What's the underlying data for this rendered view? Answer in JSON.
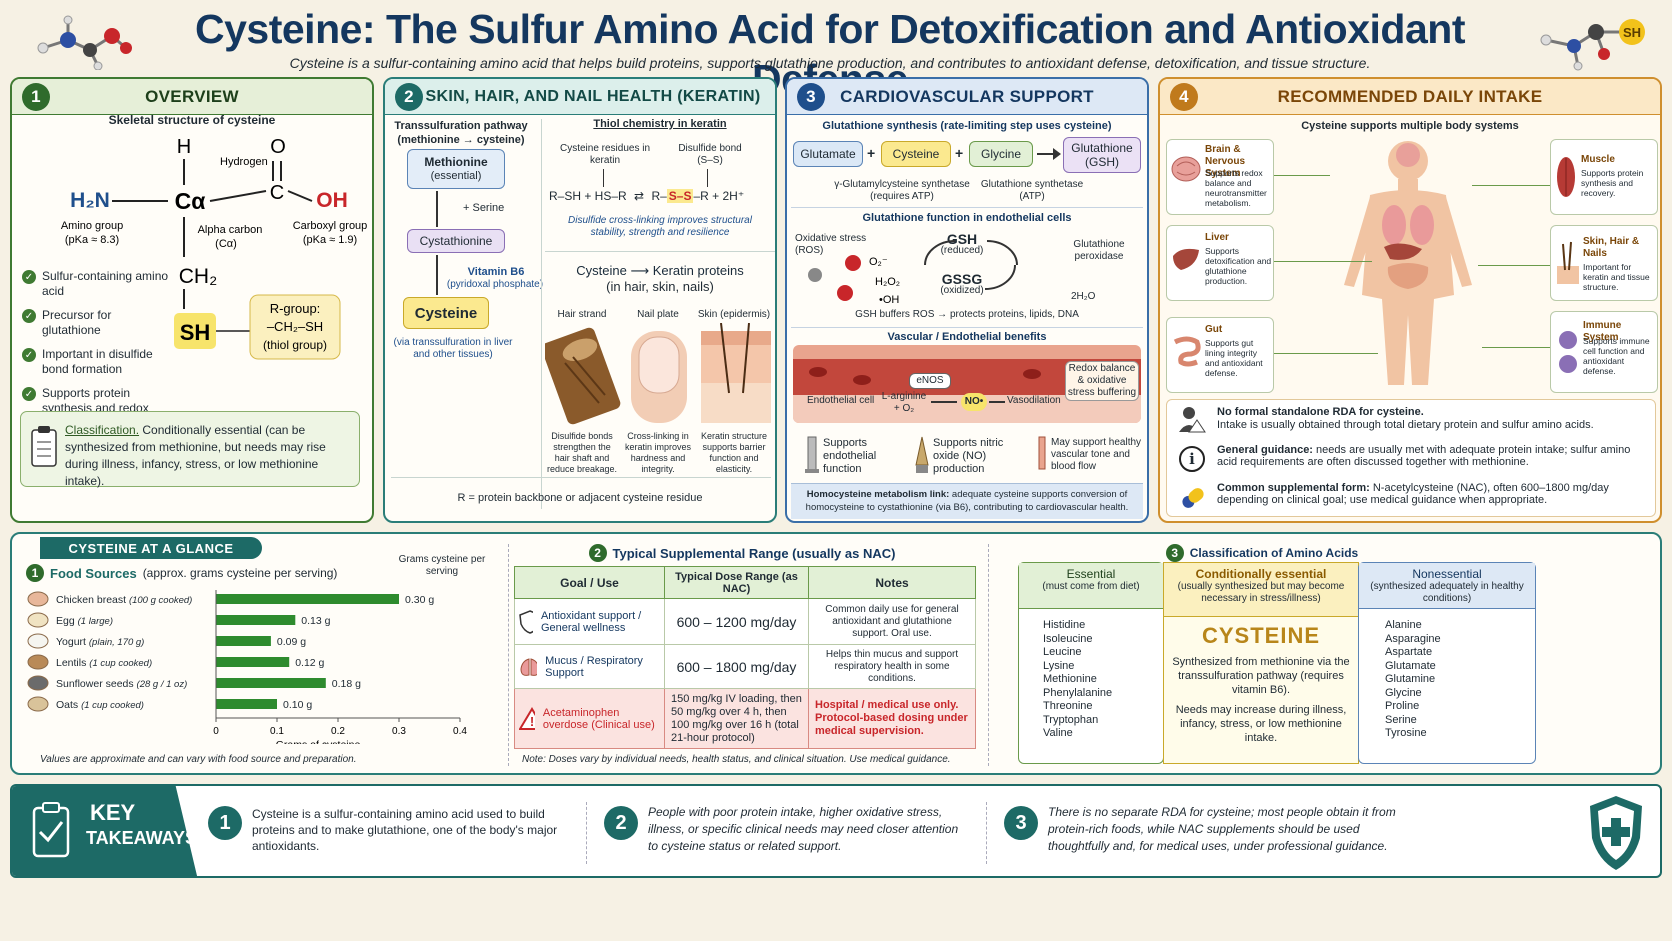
{
  "header": {
    "title": "Cysteine: The Sulfur Amino Acid for Detoxification and Antioxidant Defense",
    "subtitle": "Cysteine is a sulfur-containing amino acid that helps build proteins, supports glutathione production, and contributes to antioxidant defense, detoxification, and tissue structure.",
    "sh_badge": "SH"
  },
  "colors": {
    "green": "#2f6b2c",
    "teal": "#1d6a66",
    "blue": "#1f4f8c",
    "orange": "#c07a1c",
    "navy": "#14375f"
  },
  "overview": {
    "num": "1",
    "title": "OVERVIEW",
    "struct_title": "Skeletal structure of cysteine",
    "h": "H",
    "hydrogen": "Hydrogen",
    "o": "O",
    "h2n": "H₂N",
    "ca": "Cα",
    "c": "C",
    "oh": "OH",
    "amino": "Amino group",
    "amino_pka": "(pKa ≈ 8.3)",
    "alpha": "Alpha carbon",
    "alpha_sub": "(Cα)",
    "carboxyl": "Carboxyl group",
    "carboxyl_pka": "(pKa ≈ 1.9)",
    "ch2": "CH₂",
    "sh": "SH",
    "rgroup1": "R-group:",
    "rgroup2": "–CH₂–SH",
    "rgroup3": "(thiol group)",
    "checks": [
      "Sulfur-containing amino acid",
      "Precursor for glutathione",
      "Important in disulfide bond formation",
      "Supports protein synthesis and redox balance"
    ],
    "class_label": "Classification.",
    "class_text": "Conditionally essential (can be synthesized from methionine, but needs may rise during illness, infancy, stress, or low methionine intake)."
  },
  "skin": {
    "num": "2",
    "title": "SKIN, HAIR, AND NAIL HEALTH (KERATIN)",
    "path_title": "Transsulfuration pathway (methionine → cysteine)",
    "methionine": "Methionine",
    "methionine_sub": "(essential)",
    "serine": "+ Serine",
    "cystathionine": "Cystathionine",
    "b6": "Vitamin B6",
    "b6_sub": "(pyridoxal phosphate)",
    "cysteine": "Cysteine",
    "via": "(via transsulfuration in liver and other tissues)",
    "thiol_title": "Thiol chemistry in keratin",
    "residues": "Cysteine residues in keratin",
    "disulfide": "Disulfide bond (S–S)",
    "eq_left": "R–SH  +  HS–R",
    "eq_r1": "R–",
    "eq_ss": "S–S",
    "eq_r2": "–R  +  2H⁺",
    "crosslink": "Disulfide cross-linking improves structural stability, strength and resilience",
    "kp_cys": "Cysteine",
    "kp_keratin": "Keratin proteins",
    "kp_sub": "(in hair, skin, nails)",
    "img_labels": [
      "Hair strand",
      "Nail plate",
      "Skin (epidermis)"
    ],
    "img_caps": [
      "Disulfide bonds strengthen the hair shaft and reduce breakage.",
      "Cross-linking in keratin improves hardness and integrity.",
      "Keratin structure supports barrier function and elasticity."
    ],
    "r_note": "R = protein backbone or adjacent cysteine residue"
  },
  "cardio": {
    "num": "3",
    "title": "CARDIOVASCULAR SUPPORT",
    "gsh_title": "Glutathione synthesis (rate-limiting step uses cysteine)",
    "glutamate": "Glutamate",
    "cysteine": "Cysteine",
    "glycine": "Glycine",
    "plus": "+",
    "gsh_box": "Glutathione (GSH)",
    "enz1": "γ-Glutamylcysteine synthetase (requires ATP)",
    "enz2": "Glutathione synthetase (ATP)",
    "func_title": "Glutathione function in endothelial cells",
    "ox": "Oxidative stress (ROS)",
    "o2": "O₂⁻",
    "h2o2": "H₂O₂",
    "oh": "•OH",
    "gsh_red": "GSH",
    "gsh_red_sub": "(reduced)",
    "gssg": "GSSG",
    "gssg_sub": "(oxidized)",
    "peroxidase": "Glutathione peroxidase",
    "h2o": "2H₂O",
    "buffers": "GSH buffers ROS → protects proteins, lipids, DNA",
    "vasc_title": "Vascular / Endothelial benefits",
    "enos": "eNOS",
    "redox": "Redox balance & oxidative stress buffering",
    "endo_cell": "Endothelial cell",
    "larg": "L-arginine + O₂",
    "no": "NO•",
    "vaso": "Vasodilation",
    "benefits": [
      "Supports endothelial function",
      "Supports nitric oxide (NO) production",
      "May support healthy vascular tone and blood flow"
    ],
    "homo_bold": "Homocysteine metabolism link:",
    "homo": "adequate cysteine supports conversion of homocysteine to cystathionine (via B6), contributing to cardiovascular health."
  },
  "intake": {
    "num": "4",
    "title": "RECOMMENDED DAILY INTAKE",
    "systems_title": "Cysteine supports multiple body systems",
    "systems": [
      {
        "name": "Brain & Nervous System",
        "text": "Supports redox balance and neurotransmitter metabolism."
      },
      {
        "name": "Liver",
        "text": "Supports detoxification and glutathione production."
      },
      {
        "name": "Gut",
        "text": "Supports gut lining integrity and antioxidant defense."
      },
      {
        "name": "Muscle",
        "text": "Supports protein synthesis and recovery."
      },
      {
        "name": "Skin, Hair & Nails",
        "text": "Important for keratin and tissue structure."
      },
      {
        "name": "Immune System",
        "text": "Supports immune cell function and antioxidant defense."
      }
    ],
    "notes": [
      {
        "bold": "No formal standalone RDA for cysteine.",
        "text": "Intake is usually obtained through total dietary protein and sulfur amino acids."
      },
      {
        "bold": "General guidance:",
        "text": "needs are usually met with adequate protein intake; sulfur amino acid requirements are often discussed together with methionine."
      },
      {
        "bold": "Common supplemental form:",
        "text": "N-acetylcysteine (NAC), often 600–1800 mg/day depending on clinical goal; use medical guidance when appropriate."
      }
    ]
  },
  "glance": {
    "title": "CYSTEINE AT A GLANCE",
    "num": "1",
    "food_title": "Food Sources",
    "food_sub": "(approx. grams cysteine per serving)",
    "unit_label": "Grams cysteine per serving",
    "footnote": "Values are approximate and can vary with food source and preparation."
  },
  "chart_data": {
    "type": "bar",
    "orientation": "horizontal",
    "categories": [
      "Chicken breast (100 g cooked)",
      "Egg (1 large)",
      "Yogurt (plain, 170 g)",
      "Lentils (1 cup cooked)",
      "Sunflower seeds (28 g / 1 oz)",
      "Oats (1 cup cooked)"
    ],
    "values": [
      0.3,
      0.13,
      0.09,
      0.12,
      0.18,
      0.1
    ],
    "value_labels": [
      "0.30 g",
      "0.13 g",
      "0.09 g",
      "0.12 g",
      "0.18 g",
      "0.10 g"
    ],
    "xlabel": "Grams of cysteine",
    "xlim": [
      0,
      0.4
    ],
    "xticks": [
      "0",
      "0.1",
      "0.2",
      "0.3",
      "0.4"
    ],
    "color": "#2e8b2e"
  },
  "supp": {
    "num": "2",
    "title": "Typical Supplemental Range (usually as NAC)",
    "headers": [
      "Goal / Use",
      "Typical Dose Range (as NAC)",
      "Notes"
    ],
    "rows": [
      {
        "goal": "Antioxidant support / General wellness",
        "dose": "600 – 1200 mg/day",
        "notes": "Common daily use for general antioxidant and glutathione support. Oral use."
      },
      {
        "goal": "Mucus / Respiratory Support",
        "dose": "600 – 1800 mg/day",
        "notes": "Helps thin mucus and support respiratory health in some conditions."
      },
      {
        "goal": "Acetaminophen overdose (Clinical use)",
        "dose": "150 mg/kg IV loading, then 50 mg/kg over 4 h, then 100 mg/kg over 16 h (total 21-hour protocol)",
        "notes": "Hospital / medical use only. Protocol-based dosing under medical supervision."
      }
    ],
    "note": "Note: Doses vary by individual needs, health status, and clinical situation. Use medical guidance."
  },
  "classif": {
    "num": "3",
    "title": "Classification of Amino Acids",
    "essential_title": "Essential",
    "essential_sub": "(must come from diet)",
    "essential": [
      "Histidine",
      "Isoleucine",
      "Leucine",
      "Lysine",
      "Methionine",
      "Phenylalanine",
      "Threonine",
      "Tryptophan",
      "Valine"
    ],
    "cond_title": "Conditionally essential",
    "cond_sub": "(usually synthesized but may become necessary in stress/illness)",
    "cond_name": "CYSTEINE",
    "cond_text1": "Synthesized from methionine via the transsulfuration pathway (requires vitamin B6).",
    "cond_text2": "Needs may increase during illness, infancy, stress, or low methionine intake.",
    "non_title": "Nonessential",
    "non_sub": "(synthesized adequately in healthy conditions)",
    "nonessential": [
      "Alanine",
      "Asparagine",
      "Aspartate",
      "Glutamate",
      "Glutamine",
      "Glycine",
      "Proline",
      "Serine",
      "Tyrosine"
    ]
  },
  "takeaways": {
    "title1": "KEY",
    "title2": "TAKEAWAYS",
    "items": [
      {
        "num": "1",
        "text": "Cysteine is a sulfur-containing amino acid used to build proteins and to make glutathione, one of the body's major antioxidants."
      },
      {
        "num": "2",
        "text": "People with poor protein intake, higher oxidative stress, illness, or specific clinical needs may need closer attention to cysteine status or related support."
      },
      {
        "num": "3",
        "text": "There is no separate RDA for cysteine; most people obtain it from protein-rich foods, while NAC supplements should be used thoughtfully and, for medical uses, under professional guidance."
      }
    ]
  }
}
